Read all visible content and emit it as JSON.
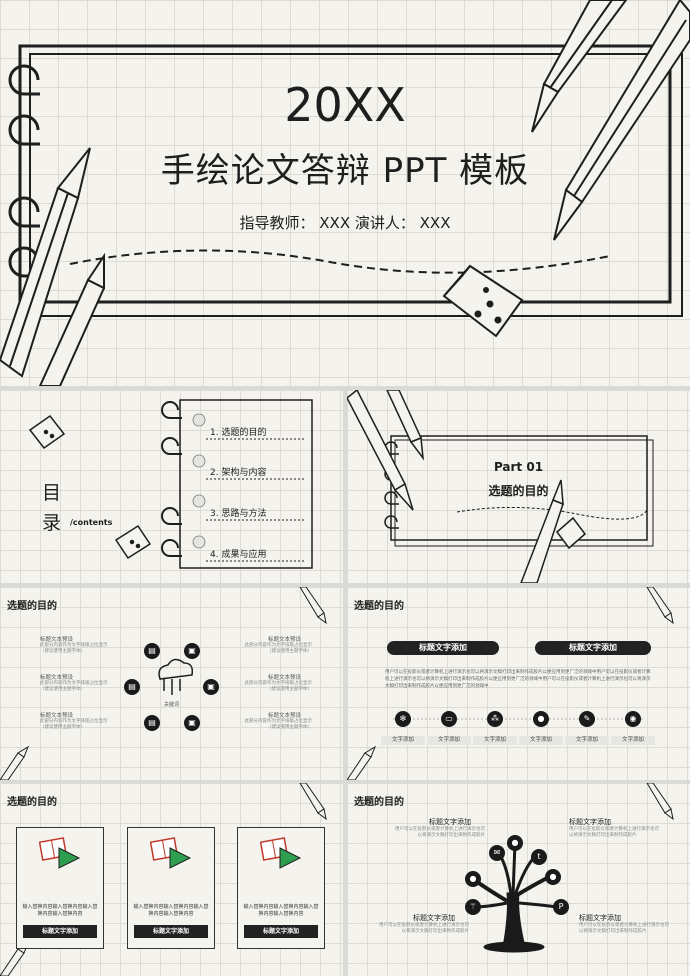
{
  "cover": {
    "title_main": "20XX",
    "title_sub": "手绘论文答辩 PPT 模板",
    "presenter_line": "指导教师： XXX  演讲人： XXX"
  },
  "toc": {
    "heading_1": "目",
    "heading_2": "录",
    "heading_en": "/contents",
    "items": [
      "1. 选题的目的",
      "2. 架构与内容",
      "3. 思路与方法",
      "4. 成果与应用"
    ]
  },
  "part": {
    "number": "Part 01",
    "title": "选题的目的"
  },
  "slide_a": {
    "title": "选题的目的",
    "center_label": "关键词",
    "left_items": [
      {
        "title": "标题文本预设",
        "desc": "此部分内容作为文字排版占位显示（建议使用主题字体）"
      },
      {
        "title": "标题文本预设",
        "desc": "此部分内容作为文字排版占位显示（建议使用主题字体）"
      },
      {
        "title": "标题文本预设",
        "desc": "此部分内容作为文字排版占位显示（建议使用主题字体）"
      }
    ],
    "right_items": [
      {
        "title": "标题文本预设",
        "desc": "此部分内容作为文字排版占位显示（建议使用主题字体）"
      },
      {
        "title": "标题文本预设",
        "desc": "此部分内容作为文字排版占位显示（建议使用主题字体）"
      },
      {
        "title": "标题文本预设",
        "desc": "此部分内容作为文字排版占位显示（建议使用主题字体）"
      }
    ]
  },
  "slide_b": {
    "title": "选题的目的",
    "pill_1": "标题文字添加",
    "pill_2": "标题文字添加",
    "paragraph": "用户可以在投影仪或者计算机上进行演示也可以将演示文稿打印出来制作成胶片以便应用到更广泛的领域中用户可以在投影仪或者计算机上进行演示也可以将演示文稿打印出来制作成胶片以便应用到更广泛的领域中用户可以在投影仪或者计算机上进行演示也可以将演示文稿打印出来制作成胶片以便应用到更广泛的领域中",
    "tags": [
      "文字添加",
      "文字添加",
      "文字添加",
      "文字添加",
      "文字添加",
      "文字添加"
    ]
  },
  "slide_c": {
    "title": "选题的目的",
    "cards": [
      {
        "text": "输入替换内容输入替换内容输入替换内容输入替换内容",
        "button": "标题文字添加"
      },
      {
        "text": "输入替换内容输入替换内容输入替换内容输入替换内容",
        "button": "标题文字添加"
      },
      {
        "text": "输入替换内容输入替换内容输入替换内容输入替换内容",
        "button": "标题文字添加"
      }
    ]
  },
  "slide_d": {
    "title": "选题的目的",
    "items": [
      {
        "title": "标题文字添加",
        "desc": "用户可以在投影仪或者计算机上进行演示也可以将演示文稿打印出来制作成胶片"
      },
      {
        "title": "标题文字添加",
        "desc": "用户可以在投影仪或者计算机上进行演示也可以将演示文稿打印出来制作成胶片"
      },
      {
        "title": "标题文字添加",
        "desc": "用户可以在投影仪或者计算机上进行演示也可以将演示文稿打印出来制作成胶片"
      },
      {
        "title": "标题文字添加",
        "desc": "用户可以在投影仪或者计算机上进行演示也可以将演示文稿打印出来制作成胶片"
      }
    ]
  }
}
